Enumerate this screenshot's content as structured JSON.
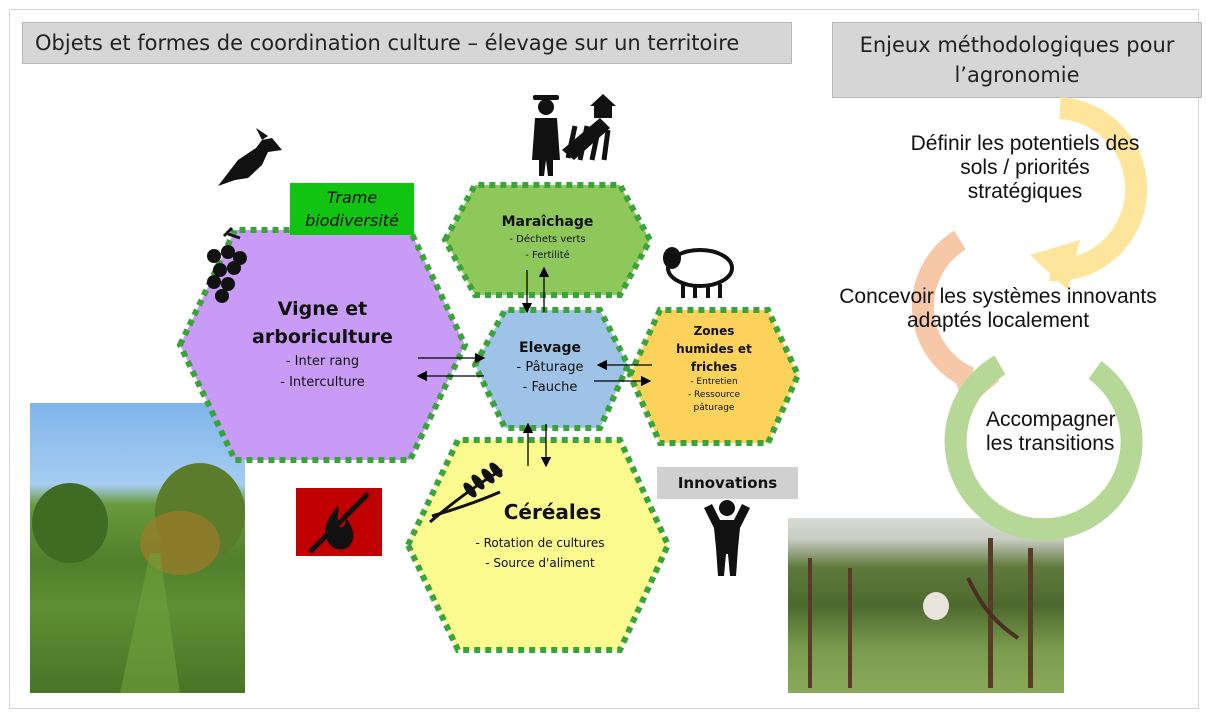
{
  "header": {
    "title": "Objets et formes de coordination culture – élevage sur un territoire",
    "enjeux_line1": "Enjeux méthodologiques pour",
    "enjeux_line2": "l’agronomie"
  },
  "colors": {
    "vigne": "#c89cf6",
    "maraichage": "#8fc85a",
    "elevage": "#9fc3e6",
    "zones": "#fcd25a",
    "cereales": "#fafa8e",
    "dots": "#3aa33a",
    "trame": "#12c412",
    "no_fire": "#c00000",
    "cycle_yellow": "#fde59b",
    "cycle_orange": "#f7c8a8",
    "cycle_green": "#b5d897"
  },
  "badges": {
    "trame_line1": "Trame",
    "trame_line2": "biodiversité",
    "innovations": "Innovations"
  },
  "hexagons": {
    "vigne": {
      "title_line1": "Vigne et",
      "title_line2": "arboriculture",
      "items": [
        "- Inter rang",
        "- Interculture"
      ]
    },
    "maraichage": {
      "title": "Maraîchage",
      "items": [
        "- Déchets verts",
        "- Fertilité"
      ]
    },
    "elevage": {
      "title": "Elevage",
      "items": [
        "- Pâturage",
        "- Fauche"
      ]
    },
    "zones": {
      "title_line1": "Zones",
      "title_line2": "humides et",
      "title_line3": "friches",
      "items": [
        "- Entretien",
        "- Ressource",
        "pâturage"
      ]
    },
    "cereales": {
      "title": "Céréales",
      "items": [
        "- Rotation de cultures",
        "- Source d'aliment"
      ]
    }
  },
  "cycle": {
    "step1": [
      "Définir les potentiels des",
      "sols / priorités",
      "stratégiques"
    ],
    "step2": [
      "Concevoir les systèmes innovants",
      "adaptés localement"
    ],
    "step3": [
      "Accompagner",
      "les transitions"
    ]
  },
  "icons": [
    "bird-icon",
    "farmer-icon",
    "sheep-icon",
    "grapes-icon",
    "no-fire-icon",
    "wheat-icon",
    "raised-arms-person-icon"
  ]
}
